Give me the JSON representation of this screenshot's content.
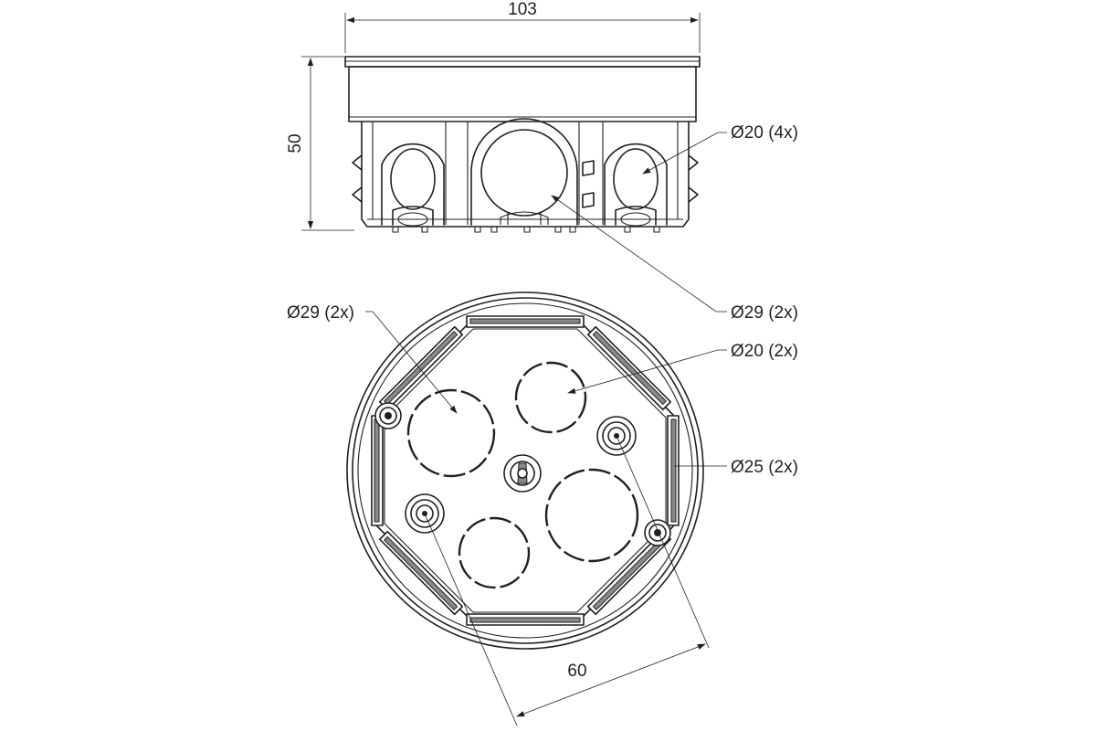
{
  "dimensions": {
    "width": "103",
    "height": "50",
    "screw_spacing": "60"
  },
  "callouts": {
    "side_d20": "Ø20 (4x)",
    "side_d29": "Ø29 (2x)",
    "top_d29": "Ø29 (2x)",
    "top_d20": "Ø20 (2x)",
    "top_d25": "Ø25 (2x)"
  },
  "colors": {
    "line": "#231f20",
    "background": "#ffffff",
    "shading": "#8a8a8a"
  }
}
